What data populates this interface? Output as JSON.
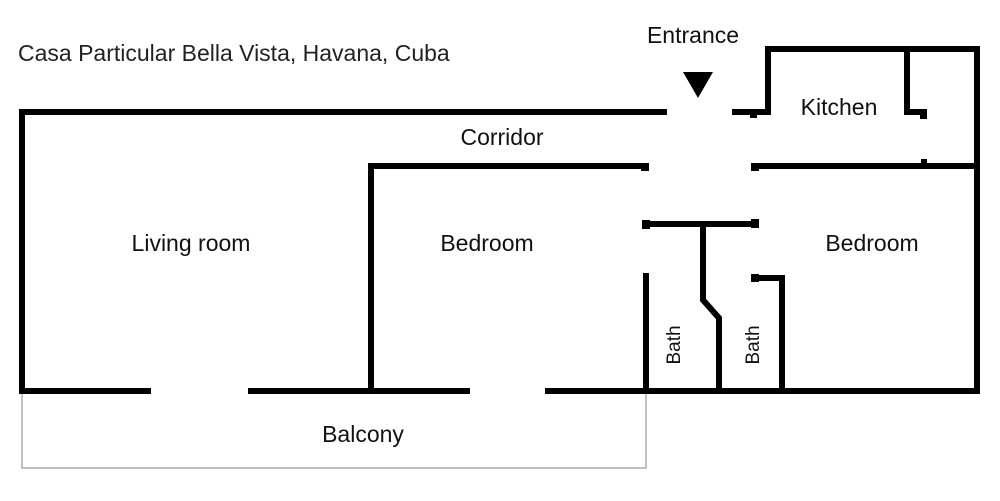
{
  "title": "Casa Particular Bella Vista, Havana, Cuba",
  "entrance": {
    "label": "Entrance",
    "icon": "down-triangle-arrow"
  },
  "rooms": {
    "corridor": "Corridor",
    "kitchen": "Kitchen",
    "living_room": "Living room",
    "bedroom_middle": "Bedroom",
    "bedroom_right": "Bedroom",
    "bath_left": "Bath",
    "bath_right": "Bath",
    "balcony": "Balcony"
  },
  "colors": {
    "wall": "#000000",
    "balcony_outline": "#9a9a9a",
    "text": "#111111",
    "background": "#ffffff"
  }
}
